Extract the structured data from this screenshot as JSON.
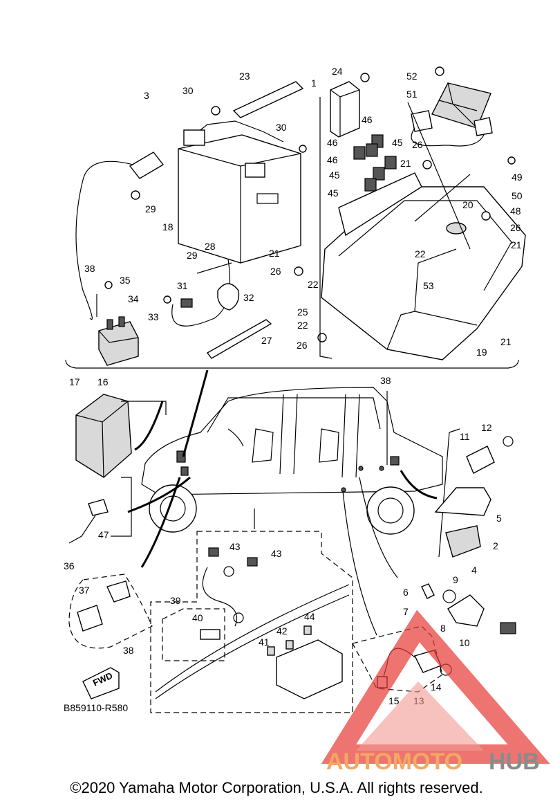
{
  "diagram": {
    "reference_code": "B859110-R580",
    "fwd_label": "FWD",
    "callouts": [
      "1",
      "2",
      "3",
      "4",
      "5",
      "6",
      "7",
      "8",
      "9",
      "10",
      "11",
      "12",
      "13",
      "14",
      "15",
      "16",
      "17",
      "18",
      "19",
      "20",
      "21",
      "21",
      "21",
      "21",
      "22",
      "22",
      "22",
      "23",
      "24",
      "25",
      "26",
      "26",
      "26",
      "26",
      "27",
      "28",
      "29",
      "29",
      "30",
      "30",
      "31",
      "32",
      "33",
      "34",
      "35",
      "36",
      "37",
      "38",
      "38",
      "38",
      "39",
      "40",
      "41",
      "42",
      "43",
      "43",
      "44",
      "45",
      "45",
      "45",
      "46",
      "46",
      "46",
      "47",
      "48",
      "49",
      "50",
      "51",
      "52",
      "53"
    ]
  },
  "watermark": {
    "part1": "AUTOMOTO",
    "part2": "HUB",
    "colors": {
      "auto": "#f4a862",
      "hub": "#8a8a8a",
      "triangle": "#e53935"
    }
  },
  "footer": {
    "copyright": "©2020 Yamaha Motor Corporation, U.S.A. All rights reserved."
  }
}
